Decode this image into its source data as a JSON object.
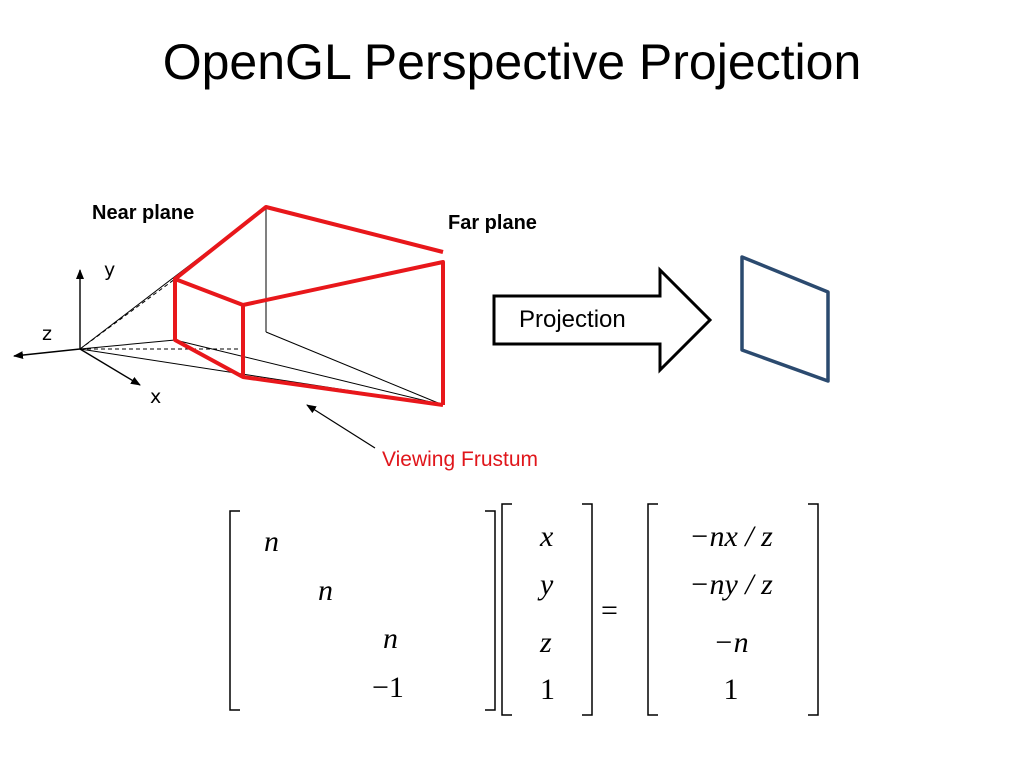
{
  "title": "OpenGL Perspective Projection",
  "diagram": {
    "near_plane_label": "Near plane",
    "far_plane_label": "Far plane",
    "axis_y_label": "y",
    "axis_z_label": "z",
    "axis_x_label": "x",
    "frustum_label": "Viewing Frustum",
    "arrow_label": "Projection",
    "colors": {
      "frustum": "#e8171b",
      "frustum_label": "#e0161b",
      "projected_plane": "#2b4a6f"
    }
  },
  "equation": {
    "matrix": {
      "r1": "n",
      "r2": "n",
      "r3": "n",
      "r4": "−1"
    },
    "vector": {
      "v1": "x",
      "v2": "y",
      "v3": "z",
      "v4": "1"
    },
    "equals": "=",
    "result": {
      "r1": "−nx / z",
      "r2": "−ny / z",
      "r3": "−n",
      "r4": "1"
    }
  }
}
